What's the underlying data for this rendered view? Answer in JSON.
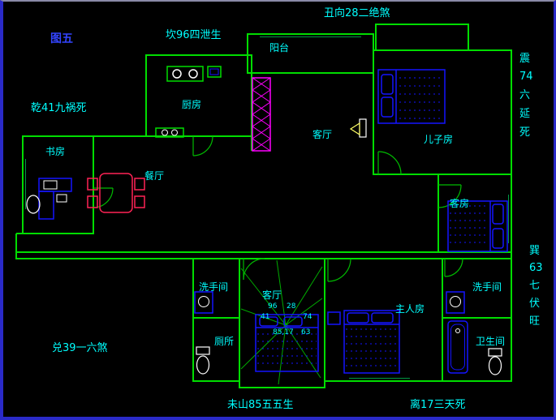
{
  "figure_label": "图五",
  "annotations": {
    "top_center": "丑向28二绝煞",
    "top_left": "坎96四泄生",
    "left_upper": "乾41九祸死",
    "left_lower": "兑39一六煞",
    "bottom_center": "未山85五五生",
    "bottom_right": "离17三天死",
    "right_upper_lines": [
      "震",
      "74",
      "六",
      "延",
      "死"
    ],
    "right_lower_lines": [
      "巽",
      "63",
      "七",
      "伏",
      "旺"
    ]
  },
  "rooms": {
    "balcony": "阳台",
    "kitchen": "厨房",
    "living_room": "客厅",
    "son_room": "儿子房",
    "study": "书房",
    "dining_room": "餐厅",
    "guest_room": "客房",
    "washroom_left": "洗手间",
    "lower_center_room": "客厅",
    "washroom_right": "洗手间",
    "toilet": "厕所",
    "master_room": "主人房",
    "bathroom": "卫生间"
  },
  "compass": {
    "n_96": "96",
    "n_28": "28",
    "n_74": "74",
    "n_41": "41",
    "n_85_17": "85,17",
    "n_63": "63"
  },
  "colors": {
    "background": "#000000",
    "wall_green": "#00dd00",
    "text_cyan": "#00ffff",
    "furniture_blue": "#1414ff",
    "cabinet_magenta": "#ff00ff",
    "dining_red": "#ff2255",
    "figure_blue": "#3344ff"
  }
}
